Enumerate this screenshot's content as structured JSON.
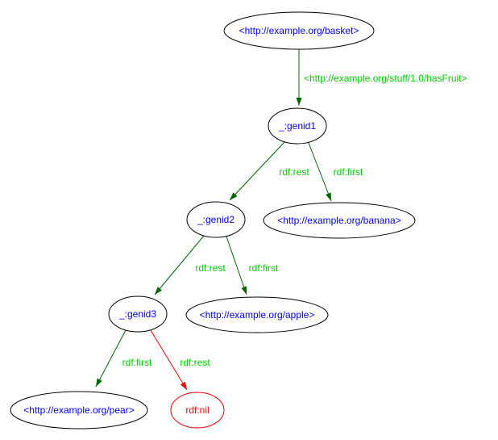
{
  "diagram": {
    "type": "rdf-graph",
    "background": "#ffffff",
    "colors": {
      "node_border": "#000000",
      "node_label": "#0000ee",
      "edge_stroke": "#006400",
      "edge_label": "#00cc00",
      "nil_node_and_edge": "#ee0000"
    },
    "nodes": [
      {
        "id": "basket",
        "label": "<http://example.org/basket>"
      },
      {
        "id": "genid1",
        "label": "_:genid1"
      },
      {
        "id": "genid2",
        "label": "_:genid2"
      },
      {
        "id": "banana",
        "label": "<http://example.org/banana>"
      },
      {
        "id": "genid3",
        "label": "_:genid3"
      },
      {
        "id": "apple",
        "label": "<http://example.org/apple>"
      },
      {
        "id": "pear",
        "label": "<http://example.org/pear>"
      },
      {
        "id": "nil",
        "label": "rdf:nil",
        "color": "#ee0000"
      }
    ],
    "edges": [
      {
        "from": "basket",
        "to": "genid1",
        "label": "<http://example.org/stuff/1.0/hasFruit>"
      },
      {
        "from": "genid1",
        "to": "genid2",
        "label": "rdf:rest"
      },
      {
        "from": "genid1",
        "to": "banana",
        "label": "rdf:first"
      },
      {
        "from": "genid2",
        "to": "genid3",
        "label": "rdf:rest"
      },
      {
        "from": "genid2",
        "to": "apple",
        "label": "rdf:first"
      },
      {
        "from": "genid3",
        "to": "pear",
        "label": "rdf:first"
      },
      {
        "from": "genid3",
        "to": "nil",
        "label": "rdf:rest",
        "color": "#ee0000"
      }
    ]
  }
}
